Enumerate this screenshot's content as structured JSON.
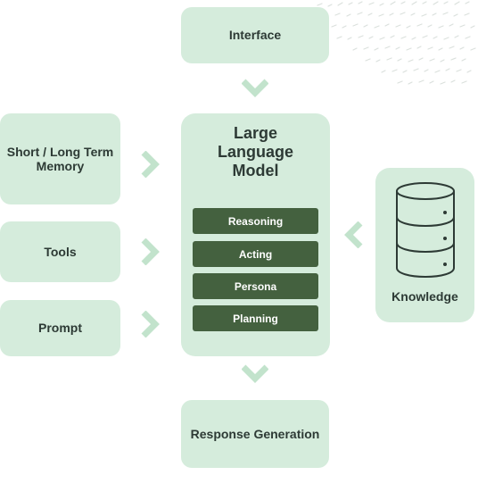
{
  "nodes": {
    "interface": "Interface",
    "memory": "Short / Long Term Memory",
    "tools": "Tools",
    "prompt": "Prompt",
    "knowledge": "Knowledge",
    "response": "Response Generation"
  },
  "llm": {
    "title": "Large\nLanguage\nModel",
    "capabilities": [
      "Reasoning",
      "Acting",
      "Persona",
      "Planning"
    ]
  },
  "colors": {
    "node_fill": "#d5ecdc",
    "capability_fill": "#44613f",
    "text": "#2d3a35",
    "arrow": "#c2e3cc"
  },
  "icons": [
    "database-icon",
    "chevron-down-icon",
    "chevron-right-icon",
    "chevron-left-icon"
  ]
}
